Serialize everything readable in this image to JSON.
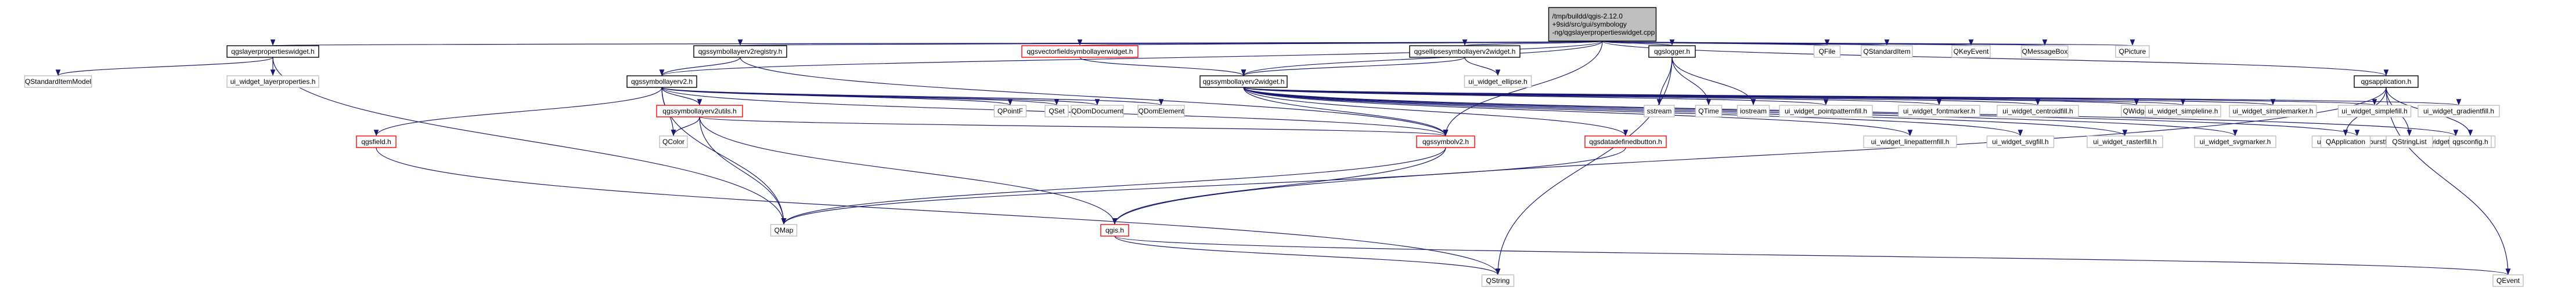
{
  "colors": {
    "edge": "#191970",
    "node_border": "#000000",
    "node_border_missing": "#bfbfbf",
    "node_border_truncated": "#ff0000",
    "root_fill": "#bfbfbf",
    "node_fill": "#ffffff"
  },
  "nodes": [
    {
      "id": "root",
      "kind": "root",
      "lines": [
        "/tmp/buildd/qgis-2.12.0",
        "+9sid/src/gui/symbology",
        "-ng/qgslayerpropertieswidget.cpp"
      ]
    },
    {
      "id": "qgslayerpropertieswidget_h",
      "kind": "doc",
      "lines": [
        "qgslayerpropertieswidget.h"
      ]
    },
    {
      "id": "qgssymbollayerv2registry_h",
      "kind": "doc",
      "lines": [
        "qgssymbollayerv2registry.h"
      ]
    },
    {
      "id": "qgsvectorfieldsymbollayerwidget_h",
      "kind": "truncated",
      "lines": [
        "qgsvectorfieldsymbollayerwidget.h"
      ]
    },
    {
      "id": "qgsellipsesymbollayerv2widget_h",
      "kind": "doc",
      "lines": [
        "qgsellipsesymbollayerv2widget.h"
      ]
    },
    {
      "id": "qgslogger_h",
      "kind": "doc",
      "lines": [
        "qgslogger.h"
      ]
    },
    {
      "id": "QFile",
      "kind": "missing",
      "lines": [
        "QFile"
      ]
    },
    {
      "id": "QStandardItem",
      "kind": "missing",
      "lines": [
        "QStandardItem"
      ]
    },
    {
      "id": "QKeyEvent",
      "kind": "missing",
      "lines": [
        "QKeyEvent"
      ]
    },
    {
      "id": "QMessageBox",
      "kind": "missing",
      "lines": [
        "QMessageBox"
      ]
    },
    {
      "id": "QPicture",
      "kind": "missing",
      "lines": [
        "QPicture"
      ]
    },
    {
      "id": "QStandardItemModel",
      "kind": "missing",
      "lines": [
        "QStandardItemModel"
      ]
    },
    {
      "id": "ui_widget_layerproperties_h",
      "kind": "missing",
      "lines": [
        "ui_widget_layerproperties.h"
      ]
    },
    {
      "id": "qgssymbollayerv2_h",
      "kind": "doc",
      "lines": [
        "qgssymbollayerv2.h"
      ]
    },
    {
      "id": "qgssymbollayerv2widget_h",
      "kind": "doc",
      "lines": [
        "qgssymbollayerv2widget.h"
      ]
    },
    {
      "id": "ui_widget_ellipse_h",
      "kind": "missing",
      "lines": [
        "ui_widget_ellipse.h"
      ]
    },
    {
      "id": "sstream",
      "kind": "missing",
      "lines": [
        "sstream"
      ]
    },
    {
      "id": "QTime",
      "kind": "missing",
      "lines": [
        "QTime"
      ]
    },
    {
      "id": "iostream",
      "kind": "missing",
      "lines": [
        "iostream"
      ]
    },
    {
      "id": "qgsfield_h",
      "kind": "truncated",
      "lines": [
        "qgsfield.h"
      ]
    },
    {
      "id": "qgssymbollayerv2utils_h",
      "kind": "truncated",
      "lines": [
        "qgssymbollayerv2utils.h"
      ]
    },
    {
      "id": "QPointF",
      "kind": "missing",
      "lines": [
        "QPointF"
      ]
    },
    {
      "id": "QSet",
      "kind": "missing",
      "lines": [
        "QSet"
      ]
    },
    {
      "id": "QDomDocument",
      "kind": "missing",
      "lines": [
        "QDomDocument"
      ]
    },
    {
      "id": "QDomElement",
      "kind": "missing",
      "lines": [
        "QDomElement"
      ]
    },
    {
      "id": "qgsdatadefinedbutton_h",
      "kind": "truncated",
      "lines": [
        "qgsdatadefinedbutton.h"
      ]
    },
    {
      "id": "ui_widget_pointpatternfill_h",
      "kind": "missing",
      "lines": [
        "ui_widget_pointpatternfill.h"
      ]
    },
    {
      "id": "ui_widget_fontmarker_h",
      "kind": "missing",
      "lines": [
        "ui_widget_fontmarker.h"
      ]
    },
    {
      "id": "ui_widget_centroidfill_h",
      "kind": "missing",
      "lines": [
        "ui_widget_centroidfill.h"
      ]
    },
    {
      "id": "QWidget",
      "kind": "missing",
      "lines": [
        "QWidget"
      ]
    },
    {
      "id": "ui_widget_simpleline_h",
      "kind": "missing",
      "lines": [
        "ui_widget_simpleline.h"
      ]
    },
    {
      "id": "ui_widget_simplemarker_h",
      "kind": "missing",
      "lines": [
        "ui_widget_simplemarker.h"
      ]
    },
    {
      "id": "ui_widget_simplefill_h",
      "kind": "missing",
      "lines": [
        "ui_widget_simplefill.h"
      ]
    },
    {
      "id": "ui_widget_gradientfill_h",
      "kind": "missing",
      "lines": [
        "ui_widget_gradientfill.h"
      ]
    },
    {
      "id": "ui_widget_shapeburstfill_h",
      "kind": "missing",
      "lines": [
        "ui_widget_shapeburstfill.h"
      ]
    },
    {
      "id": "ui_widget_markerline_h",
      "kind": "missing",
      "lines": [
        "ui_widget_markerline.h"
      ]
    },
    {
      "id": "ui_widget_svgmarker_h",
      "kind": "missing",
      "lines": [
        "ui_widget_svgmarker.h"
      ]
    },
    {
      "id": "ui_widget_rasterfill_h",
      "kind": "missing",
      "lines": [
        "ui_widget_rasterfill.h"
      ]
    },
    {
      "id": "ui_widget_svgfill_h",
      "kind": "missing",
      "lines": [
        "ui_widget_svgfill.h"
      ]
    },
    {
      "id": "ui_widget_linepatternfill_h",
      "kind": "missing",
      "lines": [
        "ui_widget_linepatternfill.h"
      ]
    },
    {
      "id": "qgsapplication_h",
      "kind": "doc",
      "lines": [
        "qgsapplication.h"
      ]
    },
    {
      "id": "QColor",
      "kind": "missing",
      "lines": [
        "QColor"
      ]
    },
    {
      "id": "qgssymbolv2_h",
      "kind": "truncated",
      "lines": [
        "qgssymbolv2.h"
      ]
    },
    {
      "id": "QMap",
      "kind": "missing",
      "lines": [
        "QMap"
      ]
    },
    {
      "id": "qgis_h",
      "kind": "truncated",
      "lines": [
        "qgis.h"
      ]
    },
    {
      "id": "QApplication",
      "kind": "missing",
      "lines": [
        "QApplication"
      ]
    },
    {
      "id": "QStringList",
      "kind": "missing",
      "lines": [
        "QStringList"
      ]
    },
    {
      "id": "qgsconfig_h",
      "kind": "missing",
      "lines": [
        "qgsconfig.h"
      ]
    },
    {
      "id": "QString",
      "kind": "missing",
      "lines": [
        "QString"
      ]
    },
    {
      "id": "QEvent",
      "kind": "missing",
      "lines": [
        "QEvent"
      ]
    }
  ],
  "edges": [
    [
      "root",
      "qgslayerpropertieswidget_h"
    ],
    [
      "root",
      "qgssymbollayerv2registry_h"
    ],
    [
      "root",
      "qgsvectorfieldsymbollayerwidget_h"
    ],
    [
      "root",
      "qgsellipsesymbollayerv2widget_h"
    ],
    [
      "root",
      "qgslogger_h"
    ],
    [
      "root",
      "QFile"
    ],
    [
      "root",
      "QStandardItem"
    ],
    [
      "root",
      "QKeyEvent"
    ],
    [
      "root",
      "QMessageBox"
    ],
    [
      "root",
      "QPicture"
    ],
    [
      "root",
      "qgssymbollayerv2_h"
    ],
    [
      "root",
      "qgssymbollayerv2widget_h"
    ],
    [
      "root",
      "qgsapplication_h"
    ],
    [
      "root",
      "qgssymbolv2_h"
    ],
    [
      "qgslayerpropertieswidget_h",
      "QStandardItemModel"
    ],
    [
      "qgslayerpropertieswidget_h",
      "ui_widget_layerproperties_h"
    ],
    [
      "qgslayerpropertieswidget_h",
      "QMap"
    ],
    [
      "qgssymbollayerv2registry_h",
      "qgssymbollayerv2_h"
    ],
    [
      "qgssymbollayerv2registry_h",
      "qgssymbolv2_h"
    ],
    [
      "qgsvectorfieldsymbollayerwidget_h",
      "qgssymbollayerv2widget_h"
    ],
    [
      "qgsellipsesymbollayerv2widget_h",
      "qgssymbollayerv2widget_h"
    ],
    [
      "qgsellipsesymbollayerv2widget_h",
      "ui_widget_ellipse_h"
    ],
    [
      "qgslogger_h",
      "sstream"
    ],
    [
      "qgslogger_h",
      "QTime"
    ],
    [
      "qgslogger_h",
      "iostream"
    ],
    [
      "qgslogger_h",
      "QString"
    ],
    [
      "qgssymbollayerv2_h",
      "qgsfield_h"
    ],
    [
      "qgssymbollayerv2_h",
      "qgssymbollayerv2utils_h"
    ],
    [
      "qgssymbollayerv2_h",
      "QColor"
    ],
    [
      "qgssymbollayerv2_h",
      "QMap"
    ],
    [
      "qgssymbollayerv2_h",
      "QPointF"
    ],
    [
      "qgssymbollayerv2_h",
      "QSet"
    ],
    [
      "qgssymbollayerv2_h",
      "QDomDocument"
    ],
    [
      "qgssymbollayerv2_h",
      "QDomElement"
    ],
    [
      "qgssymbollayerv2_h",
      "qgssymbolv2_h"
    ],
    [
      "qgssymbollayerv2widget_h",
      "qgsdatadefinedbutton_h"
    ],
    [
      "qgssymbollayerv2widget_h",
      "qgssymbolv2_h"
    ],
    [
      "qgssymbollayerv2widget_h",
      "ui_widget_pointpatternfill_h"
    ],
    [
      "qgssymbollayerv2widget_h",
      "ui_widget_fontmarker_h"
    ],
    [
      "qgssymbollayerv2widget_h",
      "ui_widget_centroidfill_h"
    ],
    [
      "qgssymbollayerv2widget_h",
      "QWidget"
    ],
    [
      "qgssymbollayerv2widget_h",
      "ui_widget_simpleline_h"
    ],
    [
      "qgssymbollayerv2widget_h",
      "ui_widget_simplemarker_h"
    ],
    [
      "qgssymbollayerv2widget_h",
      "ui_widget_simplefill_h"
    ],
    [
      "qgssymbollayerv2widget_h",
      "ui_widget_gradientfill_h"
    ],
    [
      "qgssymbollayerv2widget_h",
      "ui_widget_shapeburstfill_h"
    ],
    [
      "qgssymbollayerv2widget_h",
      "ui_widget_markerline_h"
    ],
    [
      "qgssymbollayerv2widget_h",
      "ui_widget_svgmarker_h"
    ],
    [
      "qgssymbollayerv2widget_h",
      "ui_widget_rasterfill_h"
    ],
    [
      "qgssymbollayerv2widget_h",
      "ui_widget_svgfill_h"
    ],
    [
      "qgssymbollayerv2widget_h",
      "ui_widget_linepatternfill_h"
    ],
    [
      "qgsfield_h",
      "QString"
    ],
    [
      "qgssymbollayerv2utils_h",
      "QColor"
    ],
    [
      "qgssymbollayerv2utils_h",
      "QMap"
    ],
    [
      "qgssymbollayerv2utils_h",
      "qgssymbolv2_h"
    ],
    [
      "qgssymbollayerv2utils_h",
      "qgis_h"
    ],
    [
      "qgsdatadefinedbutton_h",
      "QMap"
    ],
    [
      "qgssymbolv2_h",
      "QMap"
    ],
    [
      "qgssymbolv2_h",
      "qgis_h"
    ],
    [
      "qgsapplication_h",
      "QApplication"
    ],
    [
      "qgsapplication_h",
      "QStringList"
    ],
    [
      "qgsapplication_h",
      "qgsconfig_h"
    ],
    [
      "qgsapplication_h",
      "qgis_h"
    ],
    [
      "qgsapplication_h",
      "QEvent"
    ],
    [
      "qgis_h",
      "QString"
    ],
    [
      "qgis_h",
      "QEvent"
    ]
  ]
}
